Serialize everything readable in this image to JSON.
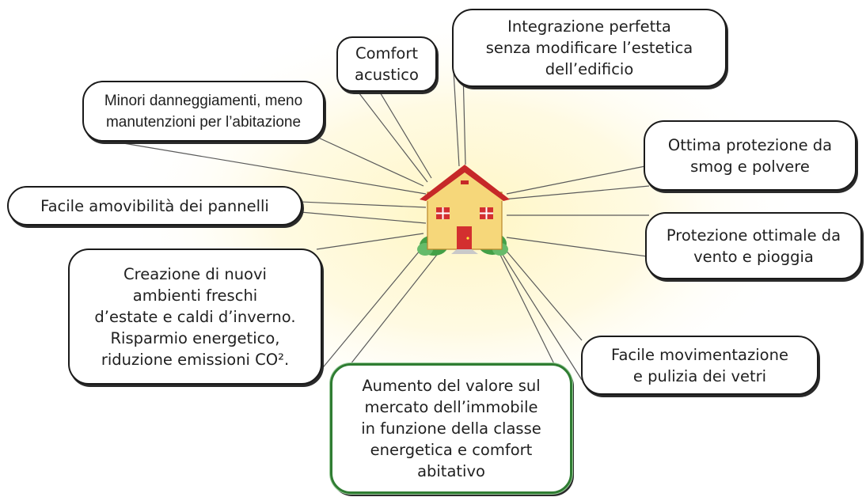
{
  "diagram": {
    "colors": {
      "glow": "#fff3b0",
      "ray": "#5a5a5a",
      "bubble_border": "#1a1a1a",
      "highlight_border": "#2f7d32",
      "roof": "#c62828",
      "wall": "#f6d77a",
      "door": "#d32f2f",
      "bush": "#43a047"
    },
    "center_icon": "house-icon",
    "benefits": [
      {
        "id": "comfort",
        "text": "Comfort\nacustico"
      },
      {
        "id": "integrazione",
        "text": "Integrazione perfetta\nsenza modificare l’estetica\ndell’edificio"
      },
      {
        "id": "danneggiamenti",
        "text": "Minori danneggiamenti, meno\nmanutenzioni per l’abitazione"
      },
      {
        "id": "smog",
        "text": "Ottima protezione da\nsmog e polvere"
      },
      {
        "id": "amovibilita",
        "text": "Facile amovibilità dei pannelli"
      },
      {
        "id": "vento",
        "text": "Protezione ottimale da\nvento e pioggia"
      },
      {
        "id": "ambienti",
        "text": "Creazione di nuovi\nambienti freschi\nd’estate e caldi d’inverno.\nRisparmio energetico,\nriduzione emissioni CO²."
      },
      {
        "id": "movimentazione",
        "text": "Facile movimentazione\ne pulizia dei vetri"
      },
      {
        "id": "valore",
        "text": "Aumento del valore sul\nmercato dell’immobile\nin funzione della classe\nenergetica e comfort\nabitativo",
        "highlight": true
      }
    ]
  }
}
